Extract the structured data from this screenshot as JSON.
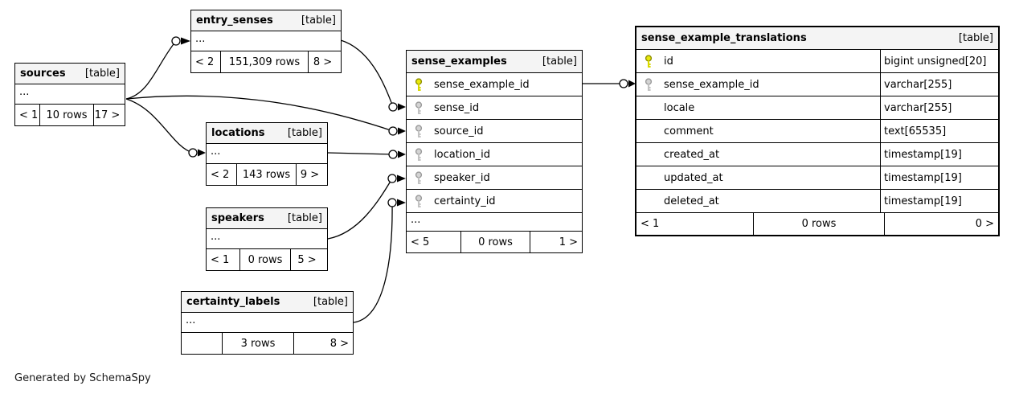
{
  "generator_note": "Generated by SchemaSpy",
  "colors": {
    "primary_key": "#e8e80c",
    "foreign_key": "#d4d4d4",
    "header_bg": "#f4f4f4",
    "border": "#000000"
  },
  "tables": {
    "entry_senses": {
      "title": "entry_senses",
      "tag": "[table]",
      "more": "...",
      "footer": [
        "< 2",
        "151,309 rows",
        "8 >"
      ]
    },
    "sources": {
      "title": "sources",
      "tag": "[table]",
      "more": "...",
      "footer": [
        "< 1",
        "10 rows",
        "17 >"
      ]
    },
    "locations": {
      "title": "locations",
      "tag": "[table]",
      "more": "...",
      "footer": [
        "< 2",
        "143 rows",
        "9 >"
      ]
    },
    "speakers": {
      "title": "speakers",
      "tag": "[table]",
      "more": "...",
      "footer": [
        "< 1",
        "0 rows",
        "5 >"
      ]
    },
    "certainty_labels": {
      "title": "certainty_labels",
      "tag": "[table]",
      "more": "...",
      "footer": [
        "",
        "3 rows",
        "8 >"
      ]
    },
    "sense_examples": {
      "title": "sense_examples",
      "tag": "[table]",
      "more": "...",
      "columns": [
        {
          "name": "sense_example_id",
          "key": "primary"
        },
        {
          "name": "sense_id",
          "key": "foreign"
        },
        {
          "name": "source_id",
          "key": "foreign"
        },
        {
          "name": "location_id",
          "key": "foreign"
        },
        {
          "name": "speaker_id",
          "key": "foreign"
        },
        {
          "name": "certainty_id",
          "key": "foreign"
        }
      ],
      "footer": [
        "< 5",
        "0 rows",
        "1 >"
      ]
    },
    "sense_example_translations": {
      "title": "sense_example_translations",
      "tag": "[table]",
      "columns": [
        {
          "name": "id",
          "type": "bigint unsigned[20]",
          "key": "primary"
        },
        {
          "name": "sense_example_id",
          "type": "varchar[255]",
          "key": "foreign"
        },
        {
          "name": "locale",
          "type": "varchar[255]",
          "key": "none"
        },
        {
          "name": "comment",
          "type": "text[65535]",
          "key": "none"
        },
        {
          "name": "created_at",
          "type": "timestamp[19]",
          "key": "none"
        },
        {
          "name": "updated_at",
          "type": "timestamp[19]",
          "key": "none"
        },
        {
          "name": "deleted_at",
          "type": "timestamp[19]",
          "key": "none"
        }
      ],
      "footer": [
        "< 1",
        "0 rows",
        "0 >"
      ]
    }
  },
  "relationships": [
    {
      "from": "sources",
      "to": "entry_senses"
    },
    {
      "from": "sources",
      "to": "sense_examples.source_id"
    },
    {
      "from": "sources",
      "to": "locations"
    },
    {
      "from": "entry_senses",
      "to": "sense_examples.sense_id"
    },
    {
      "from": "locations",
      "to": "sense_examples.location_id"
    },
    {
      "from": "speakers",
      "to": "sense_examples.speaker_id"
    },
    {
      "from": "certainty_labels",
      "to": "sense_examples.certainty_id"
    },
    {
      "from": "sense_examples.sense_example_id",
      "to": "sense_example_translations.sense_example_id"
    }
  ]
}
